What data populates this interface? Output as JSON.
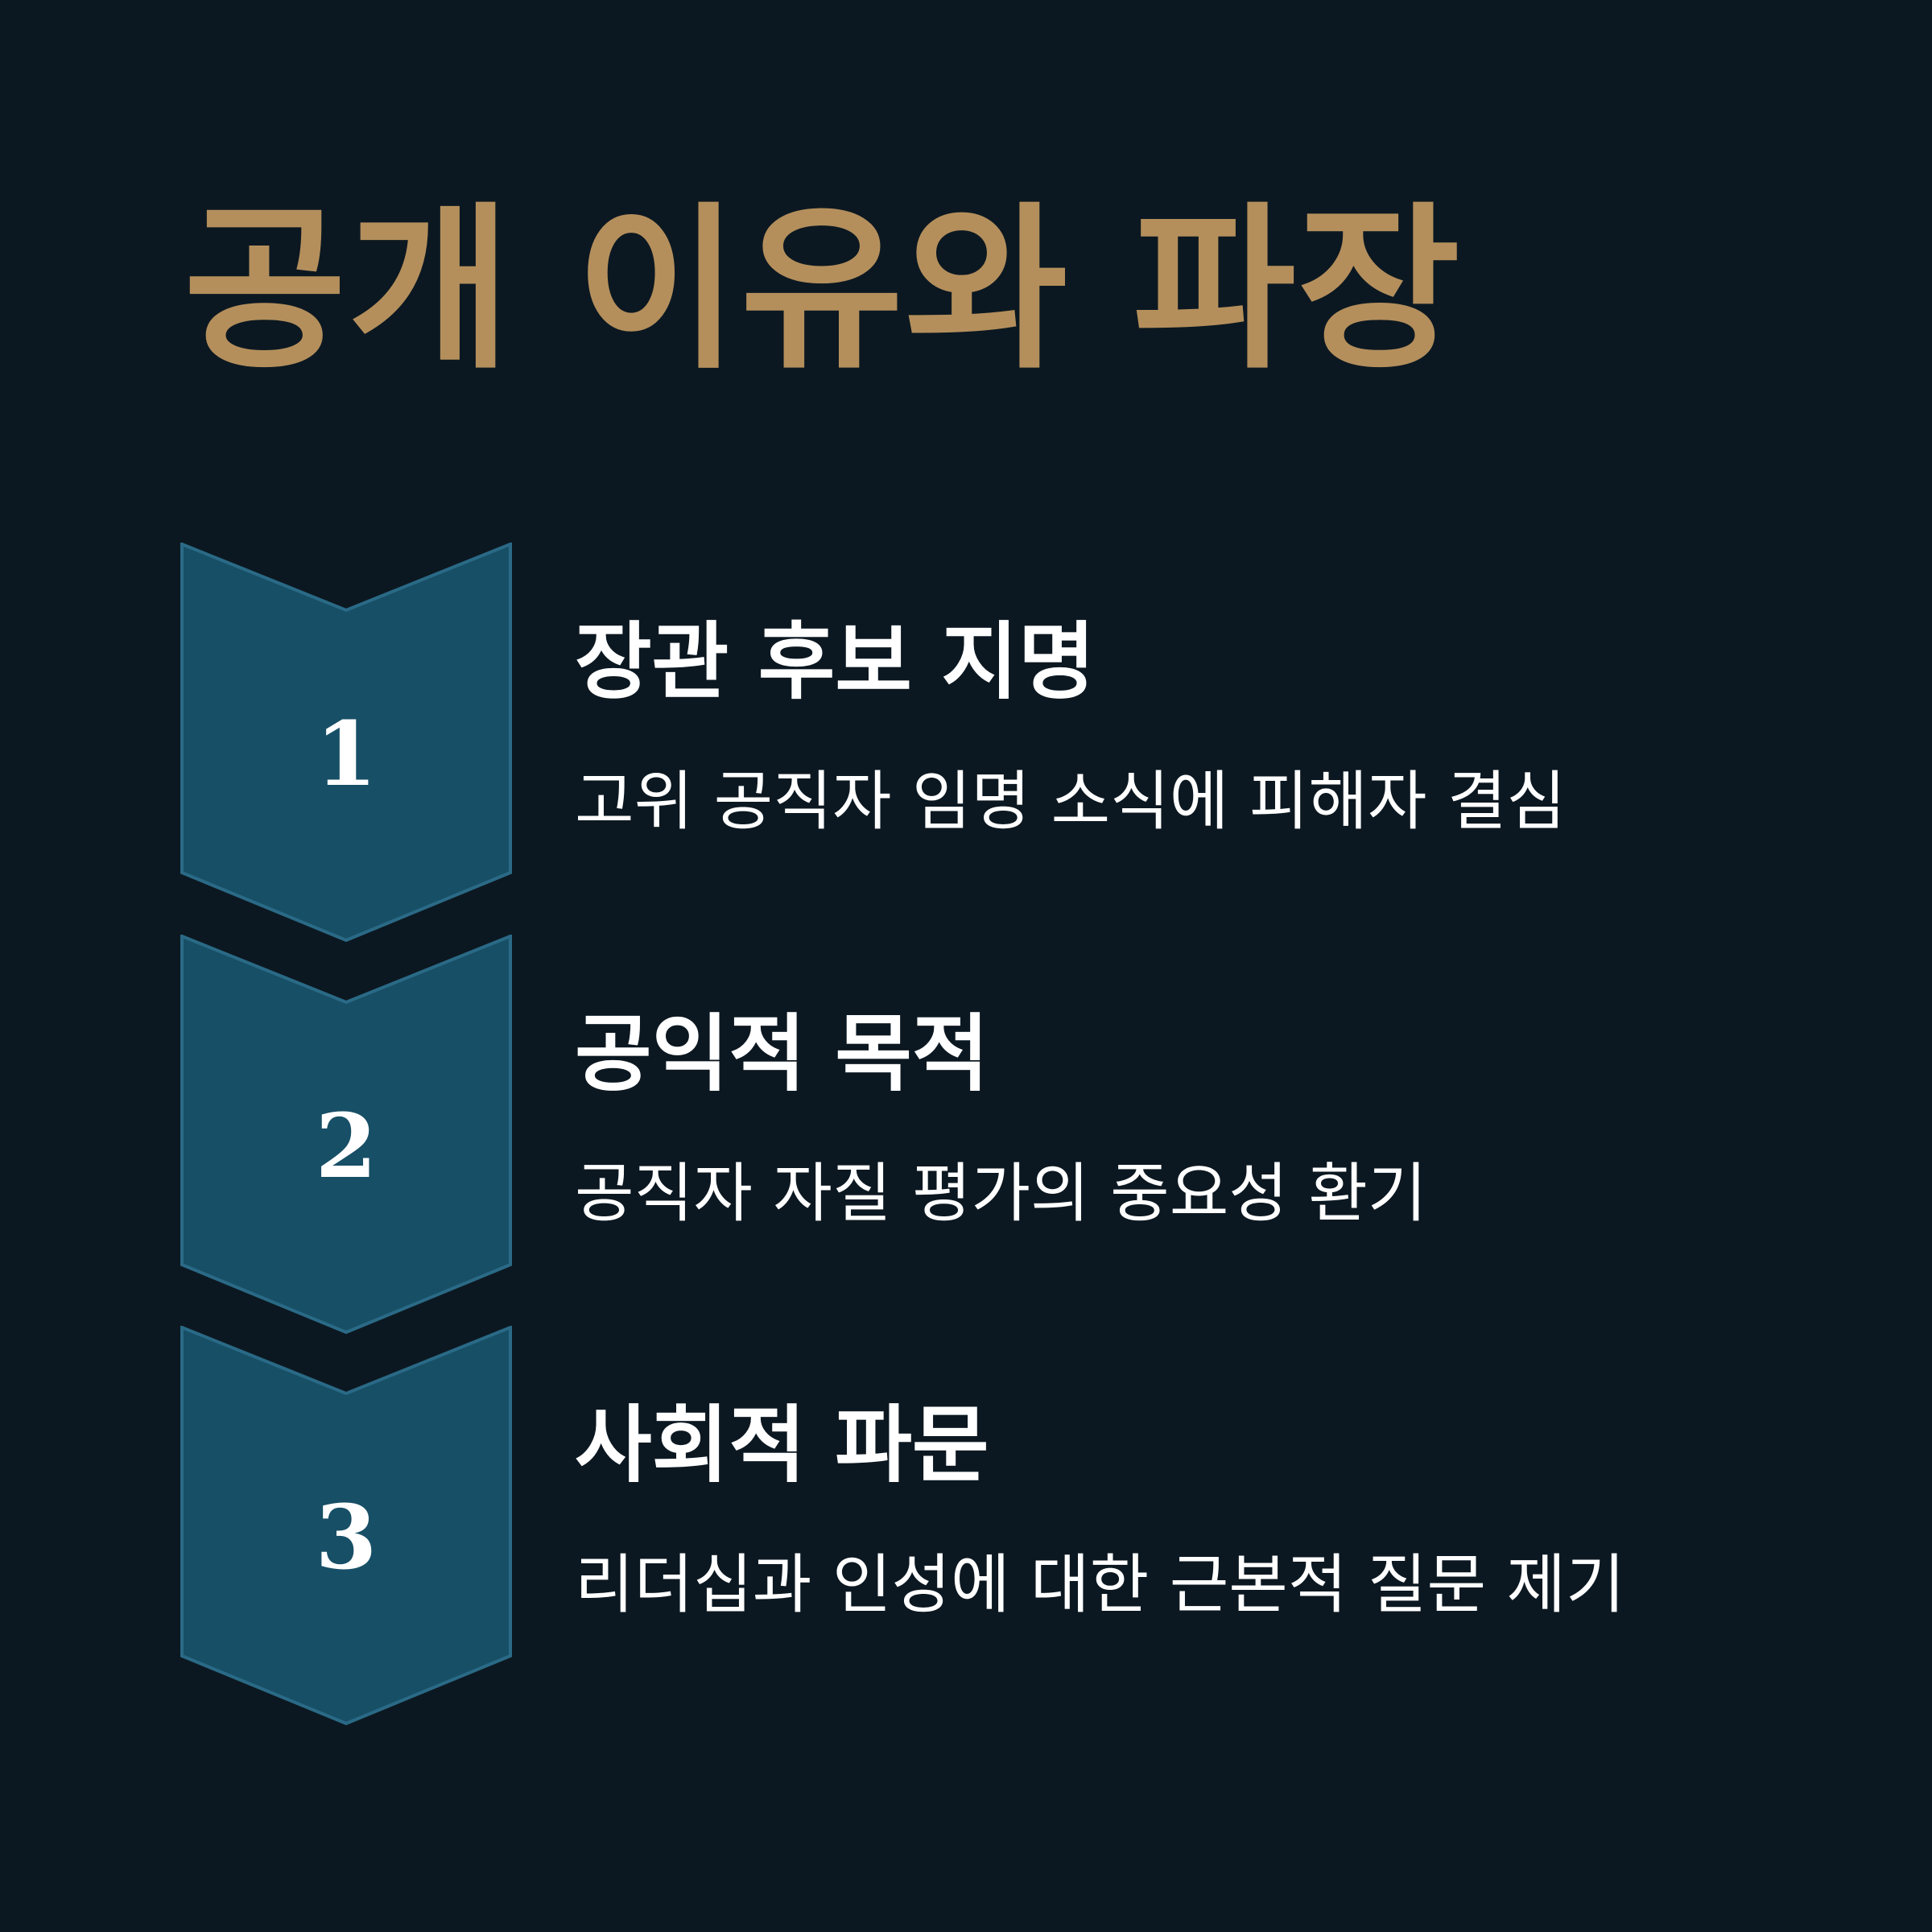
{
  "title": "공개 이유와 파장",
  "colors": {
    "background": "#0c1821",
    "title": "#b48f5c",
    "chevron_fill": "#174f66",
    "chevron_stroke": "#2a6a86",
    "text": "#ffffff"
  },
  "steps": [
    {
      "number": "1",
      "title": "장관 후보 지명",
      "description": "고위 공직자 임명 소식에 피해자 결심"
    },
    {
      "number": "2",
      "title": "공익적 목적",
      "description": "공직자 자질 평가의 중요성 환기"
    },
    {
      "number": "3",
      "title": "사회적 파문",
      "description": "리더십과 인성에 대한 근본적 질문 제기"
    }
  ]
}
